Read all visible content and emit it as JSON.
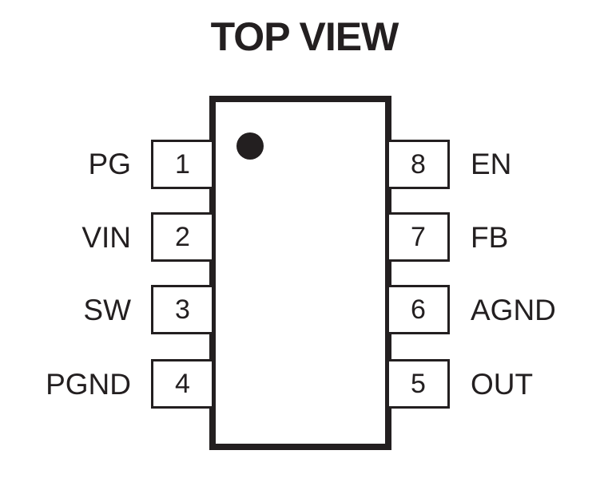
{
  "title": "TOP VIEW",
  "pins": {
    "left": [
      {
        "number": "1",
        "name": "PG"
      },
      {
        "number": "2",
        "name": "VIN"
      },
      {
        "number": "3",
        "name": "SW"
      },
      {
        "number": "4",
        "name": "PGND"
      }
    ],
    "right": [
      {
        "number": "8",
        "name": "EN"
      },
      {
        "number": "7",
        "name": "FB"
      },
      {
        "number": "6",
        "name": "AGND"
      },
      {
        "number": "5",
        "name": "OUT"
      }
    ]
  }
}
